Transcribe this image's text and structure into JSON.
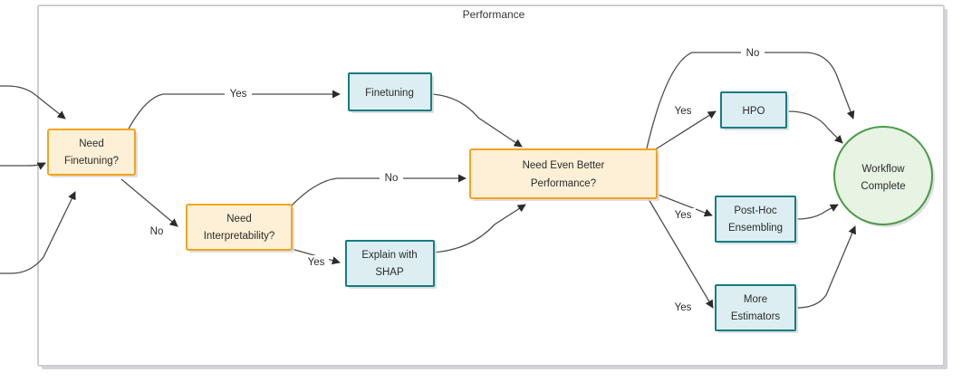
{
  "diagram": {
    "container_label": "Performance",
    "colors": {
      "decision_fill": "#fdf0d7",
      "decision_border": "#f5a31c",
      "action_fill": "#ddeef2",
      "action_border": "#157d83",
      "end_fill": "#e7f3e3",
      "end_border": "#4a9a45",
      "edge": "#4d4d4d",
      "container_border": "#cdcdd2"
    },
    "nodes": [
      {
        "id": "need-finetuning",
        "type": "decision",
        "line1": "Need",
        "line2": "Finetuning?"
      },
      {
        "id": "finetuning",
        "type": "action",
        "line1": "Finetuning",
        "line2": ""
      },
      {
        "id": "need-interpretability",
        "type": "decision",
        "line1": "Need",
        "line2": "Interpretability?"
      },
      {
        "id": "explain-with-shap",
        "type": "action",
        "line1": "Explain with",
        "line2": "SHAP"
      },
      {
        "id": "need-even-better-performance",
        "type": "decision",
        "line1": "Need Even Better",
        "line2": "Performance?"
      },
      {
        "id": "hpo",
        "type": "action",
        "line1": "HPO",
        "line2": ""
      },
      {
        "id": "post-hoc-ensembling",
        "type": "action",
        "line1": "Post-Hoc",
        "line2": "Ensembling"
      },
      {
        "id": "more-estimators",
        "type": "action",
        "line1": "More",
        "line2": "Estimators"
      },
      {
        "id": "workflow-complete",
        "type": "end",
        "line1": "Workflow",
        "line2": "Complete"
      }
    ],
    "edge_labels": {
      "finetuning_yes": "Yes",
      "finetuning_no": "No",
      "interpretability_no": "No",
      "interpretability_yes": "Yes",
      "performance_no": "No",
      "hpo_yes": "Yes",
      "ensembling_yes": "Yes",
      "estimators_yes": "Yes"
    }
  }
}
